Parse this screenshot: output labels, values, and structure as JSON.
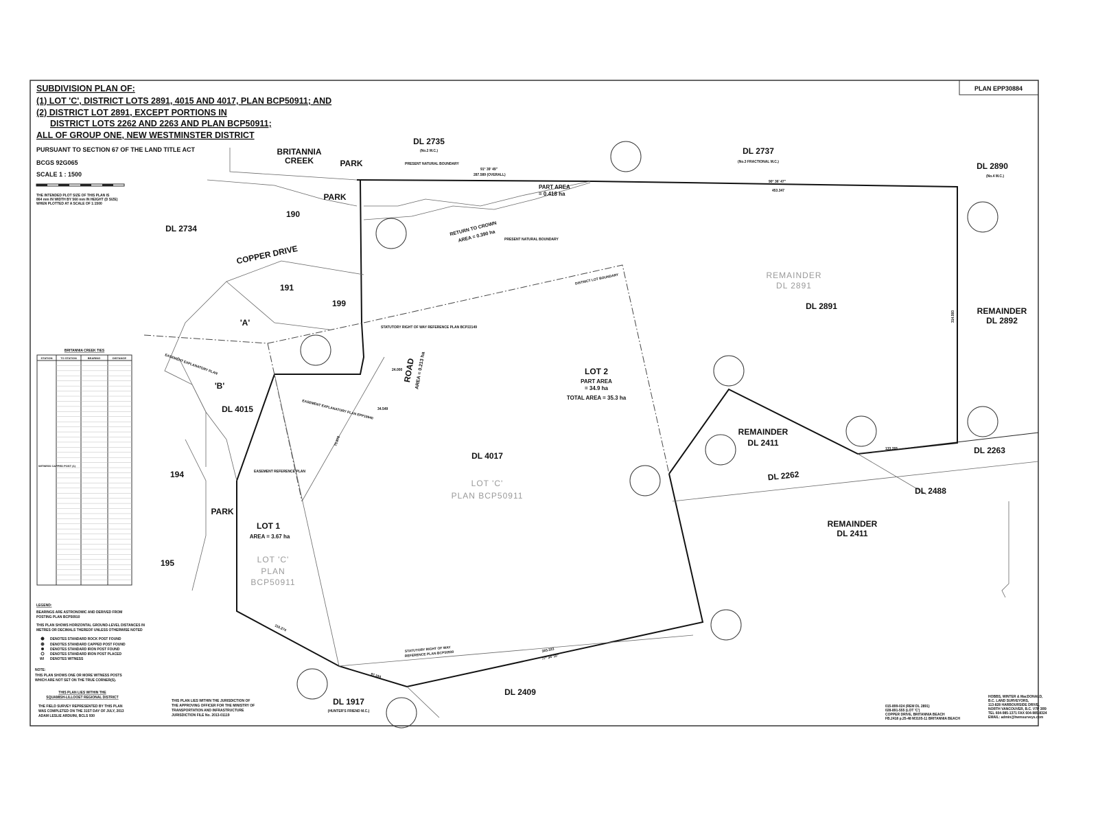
{
  "title_lines": [
    "SUBDIVISION PLAN OF:",
    "(1) LOT 'C', DISTRICT LOTS 2891, 4015 AND 4017, PLAN BCP50911; AND",
    "(2) DISTRICT LOT 2891, EXCEPT PORTIONS IN",
    "DISTRICT LOTS 2262 AND 2263 AND PLAN BCP50911;",
    "ALL OF GROUP ONE, NEW WESTMINSTER DISTRICT"
  ],
  "pursuant": "PURSUANT TO SECTION 67 OF THE LAND TITLE ACT",
  "bcgs": "BCGS 92G065",
  "scale": "SCALE 1 : 1500",
  "plot_note": [
    "THE INTENDED PLOT SIZE OF THIS PLAN IS",
    "864 mm IN WIDTH BY 560 mm IN HEIGHT (D SIZE)",
    "WHEN PLOTTED AT A SCALE OF 1:1500"
  ],
  "plan_number": "PLAN EPP30884",
  "labels": {
    "dl2735": "DL 2735",
    "dl2735_sub": "(No.2 M.C.)",
    "dl2737": "DL 2737",
    "dl2737_sub": "(No.3 FRACTIONAL M.C.)",
    "dl2890": "DL 2890",
    "dl2890_sub": "(No.4 M.C.)",
    "dl2734": "DL 2734",
    "britannia": "BRITANNIA",
    "creek": "CREEK",
    "park1": "PARK",
    "park2": "PARK",
    "park3": "PARK",
    "copper_drive": "COPPER DRIVE",
    "l190": "190",
    "l191": "191",
    "l199": "199",
    "l194": "194",
    "l195": "195",
    "a": "'A'",
    "b": "'B'",
    "dl4015": "DL 4015",
    "dl4017": "DL 4017",
    "dl2891": "DL 2891",
    "remainder": "REMAINDER",
    "dl2891_grey": "DL 2891",
    "remainder2892": "REMAINDER",
    "dl2892": "DL 2892",
    "remainder2411a": "REMAINDER",
    "dl2411a": "DL 2411",
    "remainder2411b": "REMAINDER",
    "dl2411b": "DL 2411",
    "dl2263": "DL 2263",
    "dl2262": "DL 2262",
    "dl2488": "DL 2488",
    "dl2409": "DL 2409",
    "dl1917": "DL 1917",
    "dl1917_sub": "(HUNTER'S FRIEND M.C.)",
    "lot2": "LOT 2",
    "lot2_part": "PART AREA",
    "lot2_part_val": "= 34.9 ha",
    "lot2_total": "TOTAL AREA = 35.3 ha",
    "lot1": "LOT 1",
    "lot1_area": "AREA = 3.67 ha",
    "lotc1": "LOT 'C'",
    "lotc2": "PLAN BCP50911",
    "lotc3": "LOT 'C'",
    "lotc4": "PLAN",
    "lotc5": "BCP50911",
    "part_area": "PART AREA",
    "part_area_val": "= 0.418 ha",
    "return_crown": "RETURN TO CROWN",
    "return_area": "AREA = 0.390 ha",
    "road": "ROAD",
    "road_area": "AREA = 0.213 ha",
    "district_lot_boundary": "DISTRICT LOT BOUNDARY",
    "srw": "STATUTORY RIGHT OF WAY REFERENCE PLAN BCP22149",
    "srw2": "STATUTORY RIGHT OF WAY",
    "srw2b": "REFERENCE PLAN BCP50930",
    "easement1": "EASEMENT EXPLANATORY PLAN",
    "easement2": "EASEMENT EXPLANATORY PLAN EPP19940",
    "easement3": "EASEMENT REFERENCE PLAN",
    "present_boundary": "PRESENT NATURAL BOUNDARY"
  },
  "table": {
    "title": "BRITANNIA CREEK TIES",
    "headers": [
      "STATION",
      "TO STATION",
      "BEARING",
      "DISTANCE"
    ],
    "side_label": "WITNESS CAPPED POST (1)",
    "rows": 44
  },
  "legend": {
    "title": "LEGEND:",
    "lines": [
      "BEARINGS ARE ASTRONOMIC AND DERIVED FROM",
      "POSTING PLAN BCP50910",
      "THIS PLAN SHOWS HORIZONTAL GROUND-LEVEL DISTANCES IN",
      "METRES OR DECIMALS THEREOF UNLESS OTHERWISE NOTED"
    ],
    "symbols": [
      "DENOTES STANDARD ROCK POST FOUND",
      "DENOTES STANDARD CAPPED POST FOUND",
      "DENOTES STANDARD IRON POST FOUND",
      "DENOTES STANDARD IRON POST PLACED",
      "DENOTES WITNESS"
    ],
    "note_title": "NOTE:",
    "note": [
      "THIS PLAN SHOWS ONE OR MORE WITNESS POSTS",
      "WHICH ARE NOT SET ON THE TRUE CORNER(S)."
    ],
    "district": [
      "THIS PLAN LIES WITHIN THE",
      "SQUAMISH-LILLOOET REGIONAL DISTRICT"
    ],
    "survey": [
      "THE FIELD SURVEY REPRESENTED BY THIS PLAN",
      "WAS COMPLETED ON THE 31ST DAY OF JULY, 2013",
      "ADAM LESLIE ARDUINI, BCLS 930"
    ]
  },
  "jurisdiction": [
    "THIS PLAN LIES WITHIN THE JURISDICTION OF",
    "THE APPROVING OFFICER FOR THE MINISTRY OF",
    "TRANSPORTATION AND INFRASTRUCTURE",
    "JURISDICTION FILE No. 2013-01119"
  ],
  "pid": [
    "015-899-024 (REM DL 2891)",
    "028-891-555 (LOT 'C')",
    "COPPER DRIVE, BRITANNIA BEACH",
    "FB.2418 p.25-48    M3105-11    BRITANNIA BEACH"
  ],
  "surveyor": [
    "HOBBS, WINTER & MacDONALD,",
    "B.C. LAND SURVEYORS,",
    "113-828 HARBOURSIDE DRIVE,",
    "NORTH VANCOUVER, B.C. V7P 3R9",
    "TEL 604-985-1371  FAX 604-985-8324",
    "EMAIL: admin@hwmsurveys.com"
  ],
  "dims": {
    "top1": "91° 39' 49\"",
    "top2": "287.589 (OVERALL)",
    "top3": "90° 36' 47\"",
    "top4": "453.347",
    "right": "314.593",
    "d1": "133.265",
    "d2": "383.323",
    "d3": "77° 34' 10\"",
    "d4": "97.194",
    "d5": "110.274",
    "d6": "75.878",
    "d7": "34.549",
    "d8": "24.000"
  }
}
